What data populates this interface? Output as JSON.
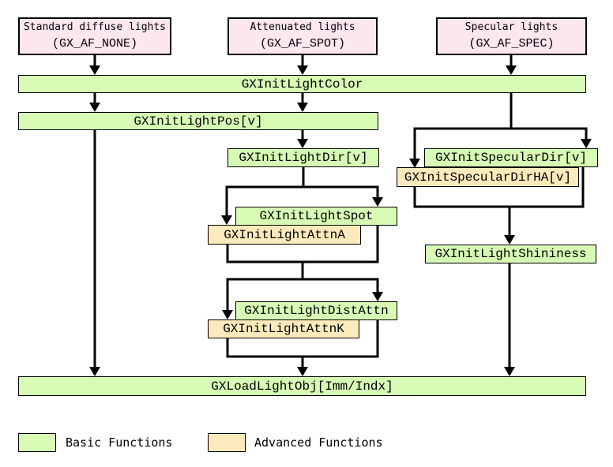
{
  "diagram": {
    "top_boxes": [
      {
        "label": "Standard diffuse lights",
        "sublabel": "(GX_AF_NONE)"
      },
      {
        "label": "Attenuated lights",
        "sublabel": "(GX_AF_SPOT)"
      },
      {
        "label": "Specular lights",
        "sublabel": "(GX_AF_SPEC)"
      }
    ],
    "nodes": {
      "init_light_color": "GXInitLightColor",
      "init_light_pos": "GXInitLightPos[v]",
      "init_light_dir": "GXInitLightDir[v]",
      "init_specular_dir": "GXInitSpecularDir[v]",
      "init_specular_dir_ha": "GXInitSpecularDirHA[v]",
      "init_light_spot": "GXInitLightSpot",
      "init_light_attn_a": "GXInitLightAttnA",
      "init_light_shininess": "GXInitLightShininess",
      "init_light_dist_attn": "GXInitLightDistAttn",
      "init_light_attn_k": "GXInitLightAttnK",
      "load_light_obj": "GXLoadLightObj[Imm/Indx]"
    },
    "legend": {
      "basic_label": "Basic Functions",
      "advanced_label": "Advanced Functions"
    },
    "colors": {
      "basic_fill": "#d7fbb5",
      "advanced_fill": "#fdeabc",
      "light_type_fill": "#fce6f0",
      "line_color": "#000000"
    }
  }
}
